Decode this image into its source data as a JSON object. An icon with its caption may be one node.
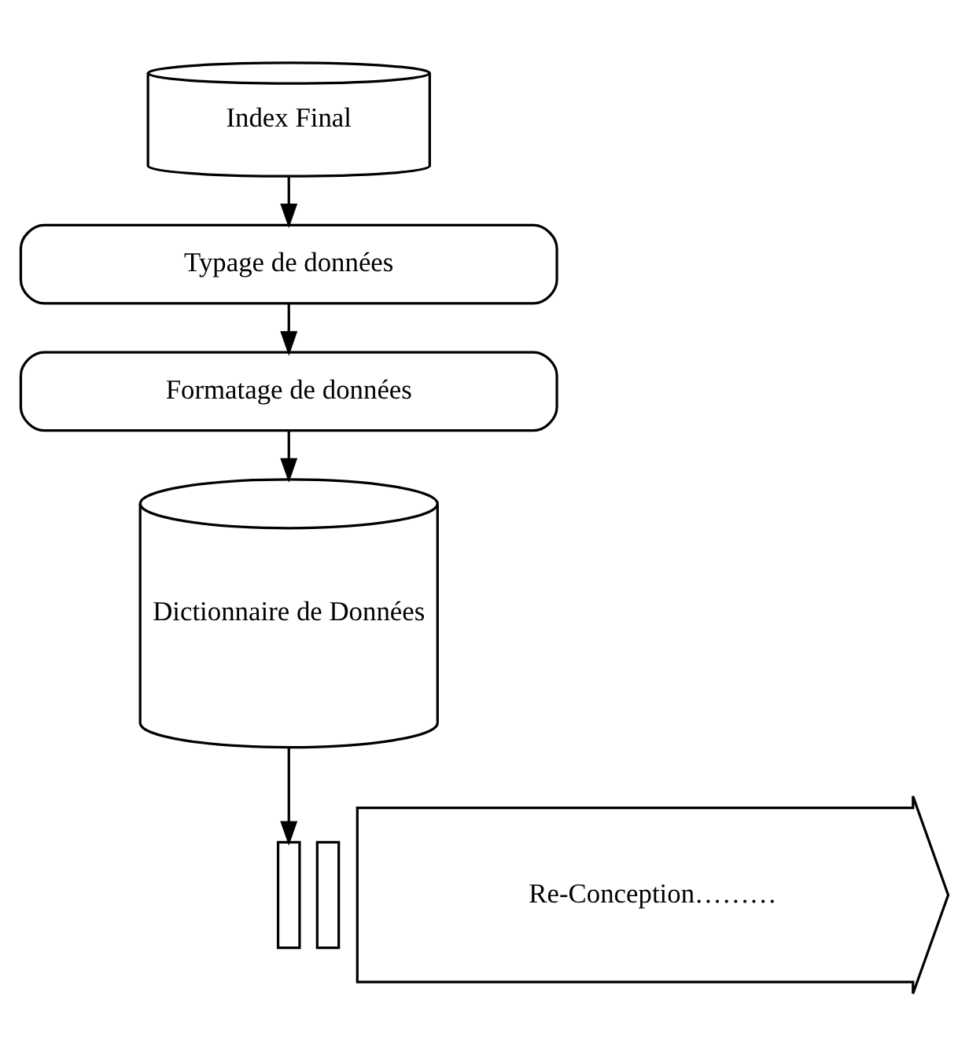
{
  "diagram": {
    "nodes": [
      {
        "text": [
          "Index Final"
        ]
      },
      {
        "text": [
          "Typage de données"
        ]
      },
      {
        "text": [
          "Formatage de données"
        ]
      },
      {
        "text": [
          "Dictionnaire de Données"
        ]
      },
      {
        "text": [],
        "shape": "bar"
      },
      {
        "text": [],
        "shape": "bar"
      },
      {
        "text": [
          "Re-Conception………"
        ]
      }
    ],
    "edges": [
      {
        "from": 0,
        "to": 1,
        "arrow": "to"
      },
      {
        "from": 1,
        "to": 2,
        "arrow": "to"
      },
      {
        "from": 2,
        "to": 3,
        "arrow": "to"
      },
      {
        "from": 3,
        "to": 4,
        "arrow": "to"
      }
    ]
  }
}
